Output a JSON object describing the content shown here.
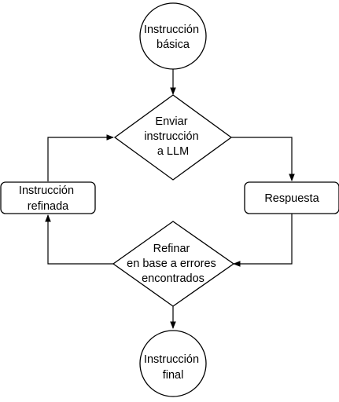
{
  "nodes": {
    "start": {
      "lines": [
        "Instrucción",
        "básica"
      ]
    },
    "send": {
      "lines": [
        "Enviar",
        "instrucción",
        "a LLM"
      ]
    },
    "response": {
      "lines": [
        "Respuesta"
      ]
    },
    "refine": {
      "lines": [
        "Refinar",
        "en base a errores",
        "encontrados"
      ]
    },
    "refined": {
      "lines": [
        "Instrucción",
        "refinada"
      ]
    },
    "final": {
      "lines": [
        "Instrucción",
        "final"
      ]
    }
  },
  "colors": {
    "stroke": "#000000",
    "fill": "#ffffff"
  }
}
